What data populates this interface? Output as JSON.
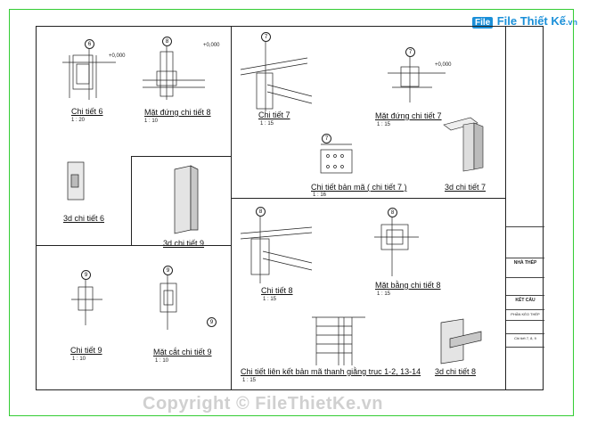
{
  "logo": {
    "brand": "File Thiết Kế",
    "domain": ".vn",
    "icon_text": "File"
  },
  "watermark": "Copyright © FileThietKe.vn",
  "panels": {
    "chi_tiet_6": {
      "title": "Chi tiết 6",
      "scale": "1 : 20",
      "bubble": "6",
      "level": "+0,000"
    },
    "mat_dung_8": {
      "title": "Mặt đứng chi tiết 8",
      "scale": "1 : 10",
      "bubble": "8",
      "level": "+0,000"
    },
    "chi_tiet_7": {
      "title": "Chi tiết 7",
      "scale": "1 : 15",
      "bubble": "7"
    },
    "mat_dung_7": {
      "title": "Mặt đứng chi tiết 7",
      "scale": "1 : 15",
      "bubble": "7",
      "level": "+0,000"
    },
    "ban_ma_7": {
      "title": "Chi tiết bản mã ( chi tiết 7 )",
      "scale": "1 : 16",
      "bubble": "7"
    },
    "d3_7": {
      "title": "3d chi tiết 7"
    },
    "d3_6": {
      "title": "3d chi tiết 6"
    },
    "d3_9": {
      "title": "3d chi tiết 9"
    },
    "chi_tiet_8": {
      "title": "Chi tiết 8",
      "scale": "1 : 15",
      "bubble": "8"
    },
    "mat_bang_8": {
      "title": "Mặt bằng chi tiết 8",
      "scale": "1 : 15",
      "bubble": "8"
    },
    "chi_tiet_9": {
      "title": "Chi tiết 9",
      "scale": "1 : 10",
      "bubble": "9"
    },
    "mat_cat_9": {
      "title": "Mặt cắt chi tiết 9",
      "scale": "1 : 10",
      "bubble": "9"
    },
    "lien_ket": {
      "title": "Chi tiết liên kết bản mã thanh giằng trục 1-2, 13-14",
      "scale": "1 : 15"
    },
    "d3_8": {
      "title": "3d chi tiết 8"
    }
  },
  "title_block": {
    "project": "NHÀ THÉP",
    "category": "KẾT CẤU",
    "section": "PHẦN KÈO THÉP",
    "sheet_name": "Chi tiết 7, 8, 9"
  }
}
